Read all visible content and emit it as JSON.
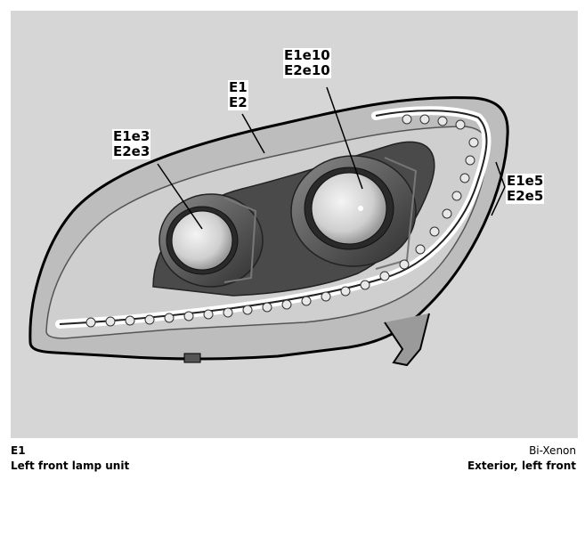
{
  "figure": {
    "callouts": [
      {
        "id": "e1e10",
        "lines": [
          "E1e10",
          "E2e10"
        ]
      },
      {
        "id": "e1",
        "lines": [
          "E1",
          "E2"
        ]
      },
      {
        "id": "e1e3",
        "lines": [
          "E1e3",
          "E2e3"
        ]
      },
      {
        "id": "e1e5",
        "lines": [
          "E1e5",
          "E2e5"
        ]
      }
    ]
  },
  "caption": {
    "code": "E1",
    "name": "Left front lamp unit",
    "variant": "Bi-Xenon",
    "view": "Exterior, left front"
  },
  "colors": {
    "background": "#d6d6d6",
    "housing": "#bdbdbd",
    "dark": "#3a3a3a",
    "outline": "#000000"
  }
}
